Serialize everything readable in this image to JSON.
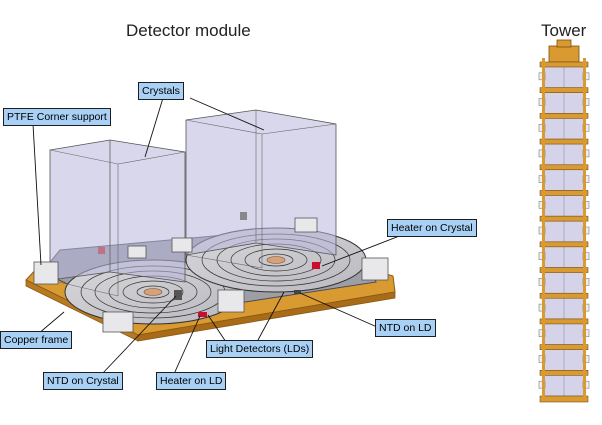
{
  "titles": {
    "module": "Detector module",
    "tower": "Tower"
  },
  "labels": {
    "crystals": "Crystals",
    "ptfe_corner_support": "PTFE Corner support",
    "heater_on_crystal": "Heater on Crystal",
    "ntd_on_ld": "NTD on LD",
    "copper_frame": "Copper frame",
    "light_detectors": "Light Detectors (LDs)",
    "ntd_on_crystal": "NTD on Crystal",
    "heater_on_ld": "Heater on LD"
  },
  "tower": {
    "floors": 13
  },
  "colors": {
    "label_bg": "#a9d1f5",
    "copper": "#d99a32",
    "crystal": "#b8b6dc",
    "disk": "#cfcfd4",
    "ptfe": "#e8e8ea",
    "heater": "#c8102e"
  }
}
